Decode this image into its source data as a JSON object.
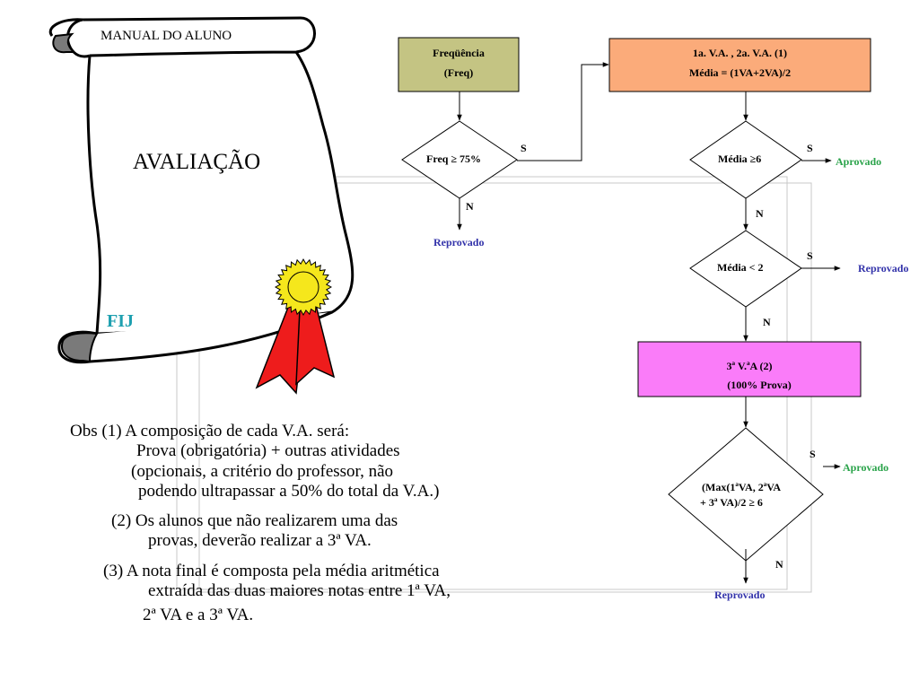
{
  "scroll": {
    "title": "MANUAL DO ALUNO",
    "heading": "AVALIAÇÃO",
    "org": "FIJ"
  },
  "flow": {
    "freq_box": [
      "Freqüência",
      "(Freq)"
    ],
    "va_box": [
      "1a. V.A. , 2a. V.A.   (1)",
      "Média = (1VA+2VA)/2"
    ],
    "freq_decision": "Freq ≥ 75%",
    "media_decision": "Média ≥6",
    "media_low_decision": "Média < 2",
    "third_box": [
      "3ª V.ªA (2)",
      "(100% Prova)"
    ],
    "max_decision": [
      "(Max(1ªVA, 2ªVA",
      "+ 3ª VA)/2 ≥ 6"
    ],
    "yes": "S",
    "no": "N",
    "approved": "Aprovado",
    "failed": "Reprovado"
  },
  "obs": {
    "lines": [
      "Obs   (1) A composição de cada V.A. será:",
      "Prova (obrigatória) + outras atividades",
      "(opcionais, a critério do  professor, não",
      "podendo ultrapassar a 50% do total da V.A.)",
      "(2) Os alunos que não realizarem uma das",
      "provas, deverão realizar a 3ª VA.",
      "(3) A nota final é composta pela média aritmética",
      "extraída das duas maiores notas entre 1ª VA,",
      "2ª VA e a 3ª VA."
    ]
  },
  "colors": {
    "freq_box": "#c4c483",
    "va_box": "#fbab7a",
    "third_box": "#fa7cf9",
    "approved": "#2aa34a",
    "failed": "#3333aa",
    "ribbon": "#ee1c1c",
    "seal": "#f5e71c"
  }
}
